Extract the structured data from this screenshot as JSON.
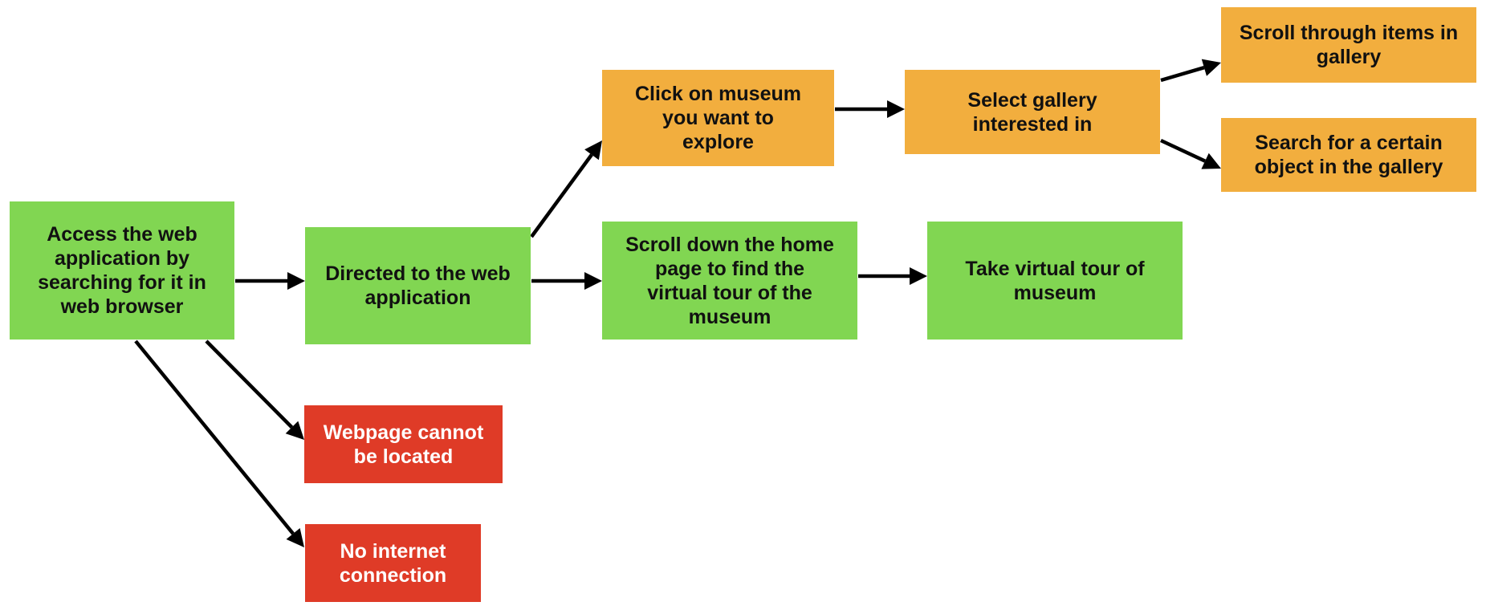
{
  "colors": {
    "success": "#81d652",
    "option": "#f2ae3e",
    "error": "#df3b27",
    "arrow": "#000000"
  },
  "nodes": {
    "access": {
      "label": "Access the web\napplication by\nsearching for it in\nweb browser"
    },
    "directed": {
      "label": "Directed to the web\napplication"
    },
    "click_museum": {
      "label": "Click on museum\nyou want to\nexplore"
    },
    "select_gallery": {
      "label": "Select gallery\ninterested in"
    },
    "scroll_items": {
      "label": "Scroll through items in\ngallery"
    },
    "search_object": {
      "label": "Search for a certain\nobject in the gallery"
    },
    "scroll_home": {
      "label": "Scroll down the home\npage to find the\nvirtual tour of the\nmuseum"
    },
    "virtual_tour": {
      "label": "Take virtual tour of\nmuseum"
    },
    "not_located": {
      "label": "Webpage cannot\nbe located"
    },
    "no_internet": {
      "label": "No internet\nconnection"
    }
  },
  "edges": [
    {
      "from": "access",
      "to": "directed"
    },
    {
      "from": "access",
      "to": "not_located"
    },
    {
      "from": "access",
      "to": "no_internet"
    },
    {
      "from": "directed",
      "to": "click_museum"
    },
    {
      "from": "directed",
      "to": "scroll_home"
    },
    {
      "from": "click_museum",
      "to": "select_gallery"
    },
    {
      "from": "select_gallery",
      "to": "scroll_items"
    },
    {
      "from": "select_gallery",
      "to": "search_object"
    },
    {
      "from": "scroll_home",
      "to": "virtual_tour"
    }
  ]
}
